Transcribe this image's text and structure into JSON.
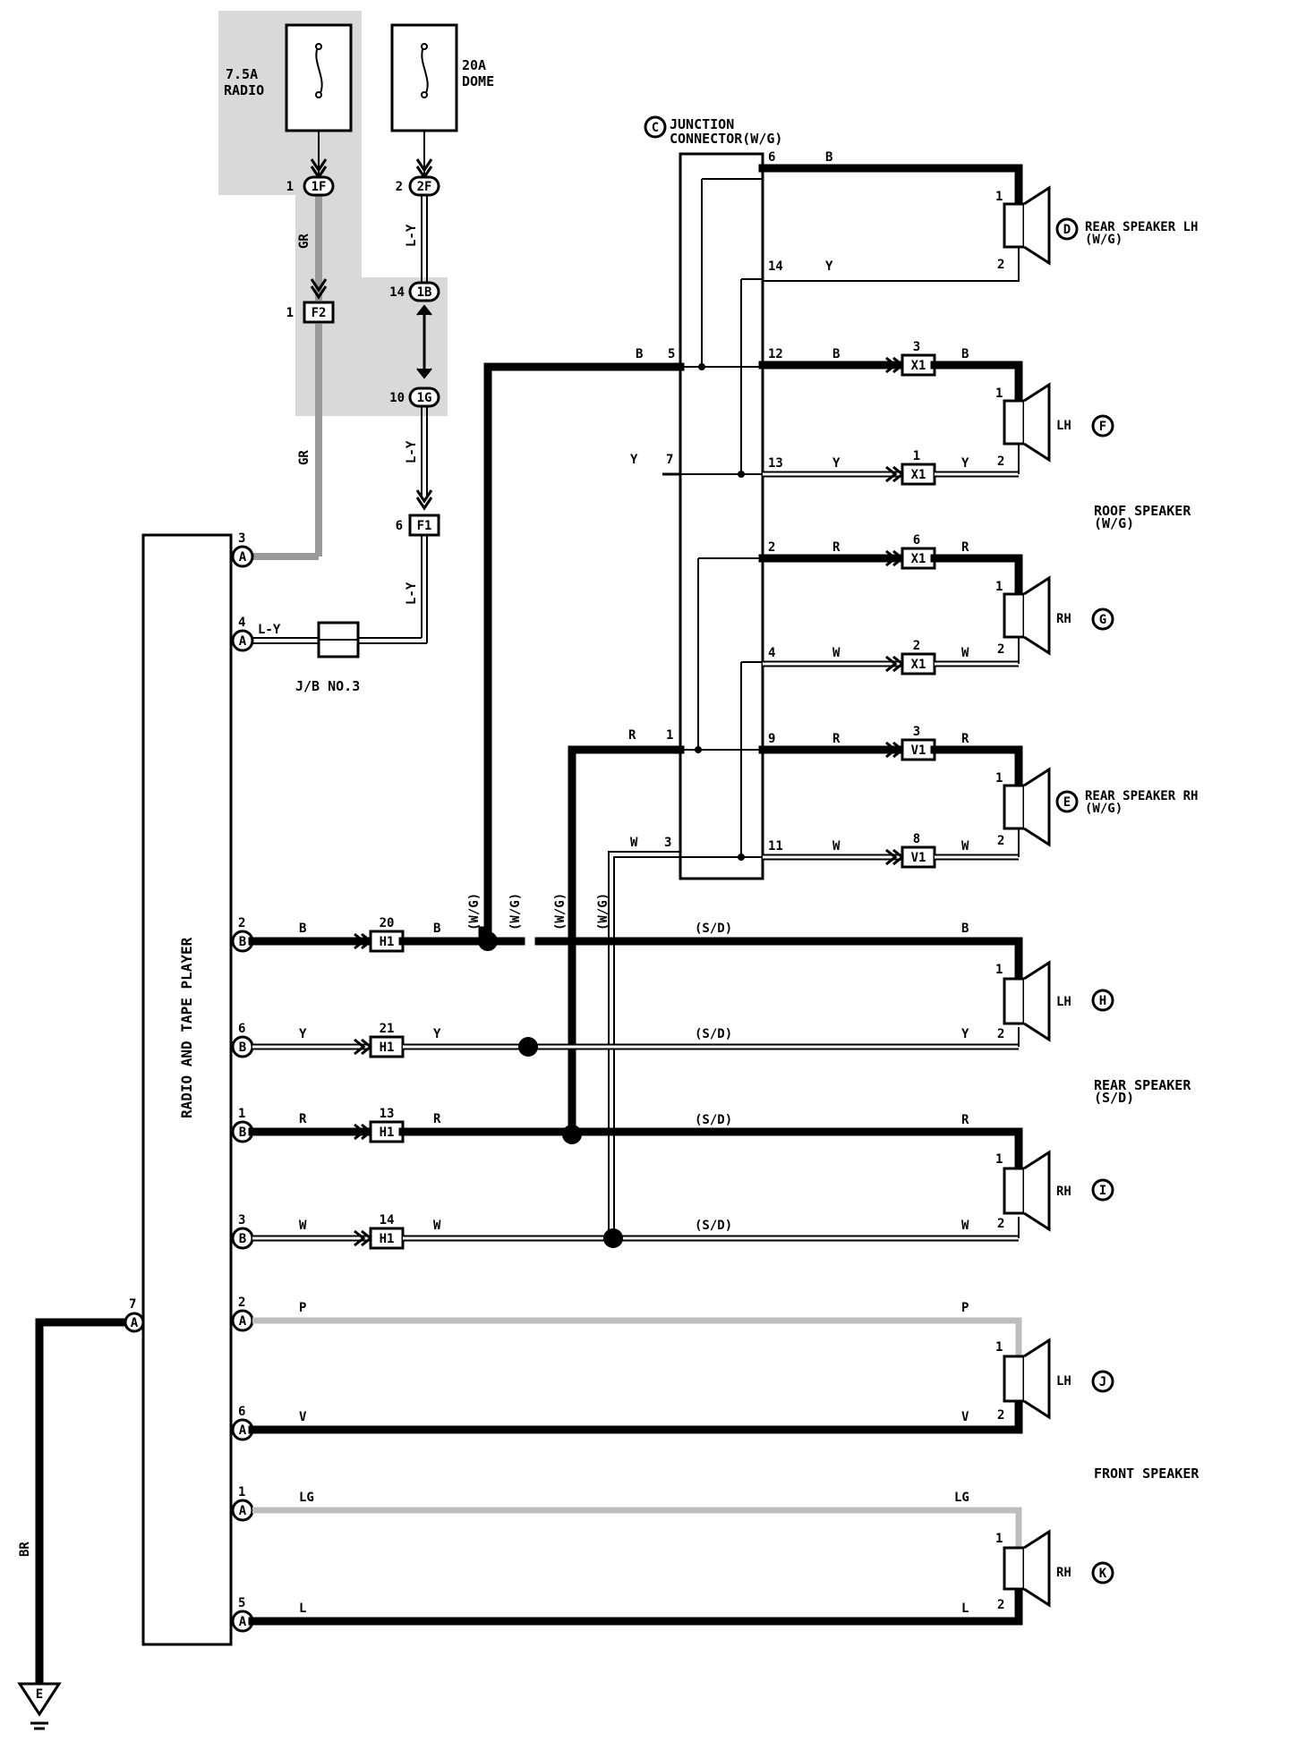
{
  "fuses": [
    {
      "amp": "7.5A",
      "name": "RADIO"
    },
    {
      "amp": "20A",
      "name": "DOME"
    }
  ],
  "radio": {
    "label": "RADIO AND TAPE PLAYER"
  },
  "junction": {
    "letter": "C",
    "title": "JUNCTION",
    "subtitle": "CONNECTOR(W/G)"
  },
  "jb": {
    "label": "J/B NO.3"
  },
  "connectors": {
    "c1F": "1F",
    "c2F": "2F",
    "c1B": "1B",
    "c1G": "1G",
    "cF2": "F2",
    "cF1": "F1",
    "cH1": "H1",
    "cX1": "X1",
    "cV1": "V1",
    "cA": "A",
    "cB": "B"
  },
  "pins": {
    "p1": "1",
    "p2": "2",
    "p3": "3",
    "p4": "4",
    "p5": "5",
    "p6": "6",
    "p7": "7",
    "p8": "8",
    "p9": "9",
    "p10": "10",
    "p11": "11",
    "p12": "12",
    "p13": "13",
    "p14": "14",
    "p20": "20",
    "p21": "21"
  },
  "wires": {
    "GR": "GR",
    "LY": "L-Y",
    "B": "B",
    "Y": "Y",
    "R": "R",
    "W": "W",
    "P": "P",
    "V": "V",
    "LG": "LG",
    "L": "L",
    "BR": "BR",
    "WG": "(W/G)",
    "SD": "(S/D)"
  },
  "speakers": {
    "rear_lh_wg": {
      "letter": "D",
      "label": "REAR SPEAKER LH",
      "sub": "(W/G)"
    },
    "roof_lh": {
      "letter": "F",
      "label": "LH"
    },
    "roof_group": {
      "label": "ROOF SPEAKER",
      "sub": "(W/G)"
    },
    "roof_rh": {
      "letter": "G",
      "label": "RH"
    },
    "rear_rh_wg": {
      "letter": "E",
      "label": "REAR SPEAKER RH",
      "sub": "(W/G)"
    },
    "rear_lh_sd": {
      "letter": "H",
      "label": "LH"
    },
    "rear_group": {
      "label": "REAR SPEAKER",
      "sub": "(S/D)"
    },
    "rear_rh_sd": {
      "letter": "I",
      "label": "RH"
    },
    "front_lh": {
      "letter": "J",
      "label": "LH"
    },
    "front_group": {
      "label": "FRONT SPEAKER"
    },
    "front_rh": {
      "letter": "K",
      "label": "RH"
    }
  },
  "ground": {
    "letter": "E"
  }
}
